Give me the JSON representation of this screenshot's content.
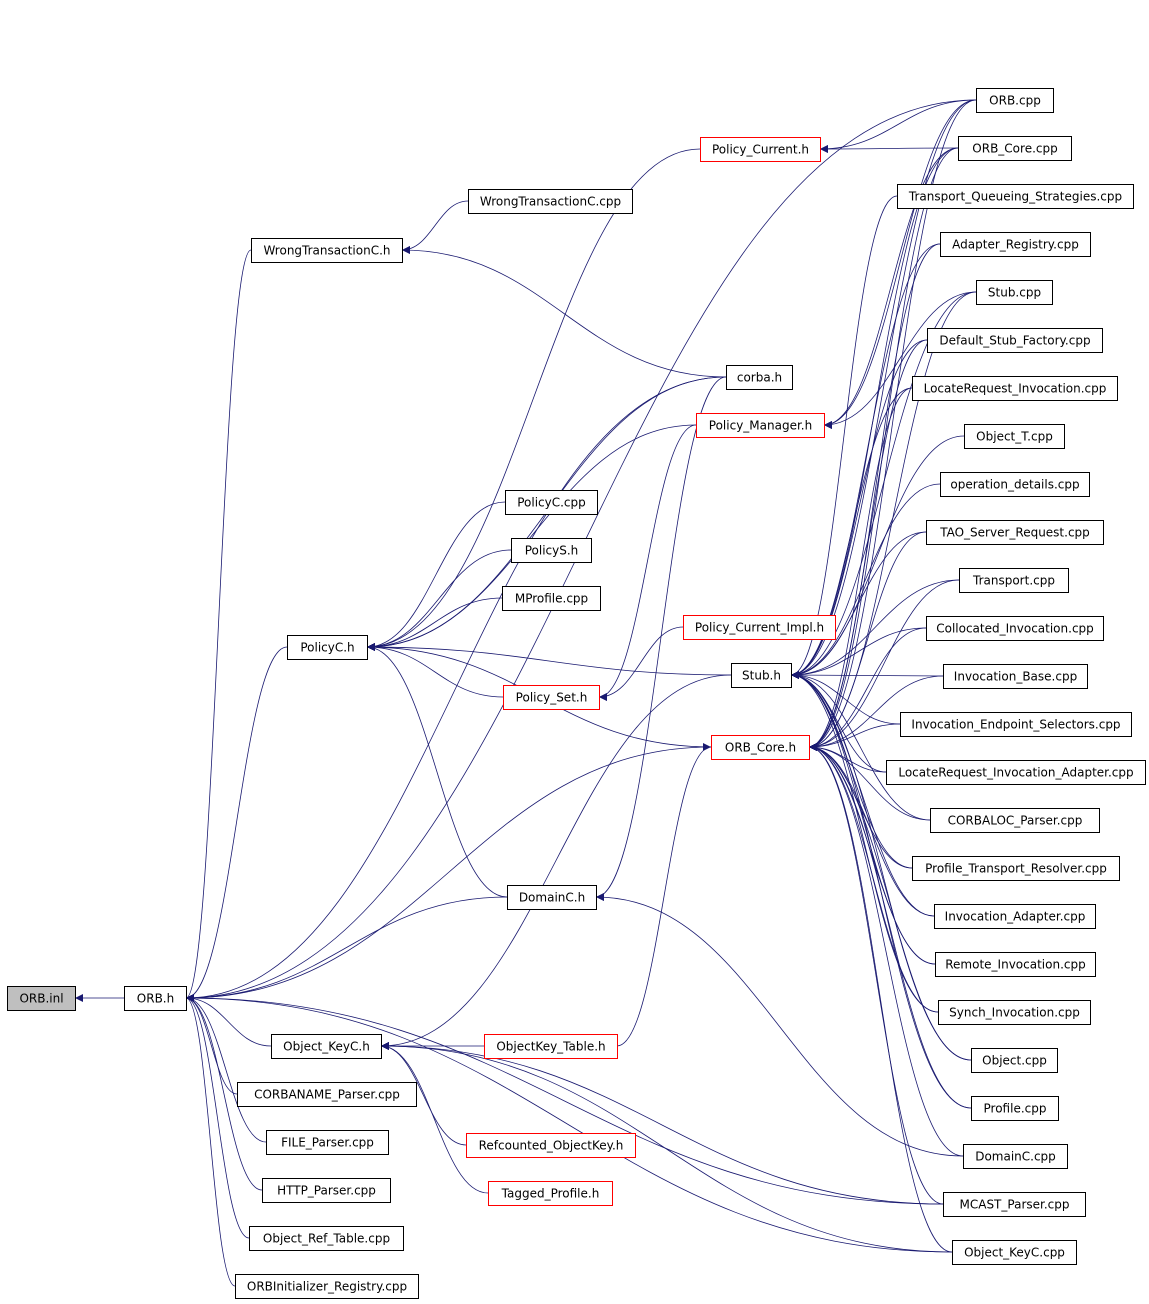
{
  "colors": {
    "edge": "#191970",
    "plain_border": "#000000",
    "highlight_border": "#ff0000",
    "root_fill": "#bfbfbf"
  },
  "nodes": [
    {
      "id": "orb_inl",
      "label": "ORB.inl",
      "style": "root"
    },
    {
      "id": "orb_h",
      "label": "ORB.h",
      "style": "plain"
    },
    {
      "id": "corbaname",
      "label": "CORBANAME_Parser.cpp",
      "style": "plain"
    },
    {
      "id": "file_parser",
      "label": "FILE_Parser.cpp",
      "style": "plain"
    },
    {
      "id": "http_parser",
      "label": "HTTP_Parser.cpp",
      "style": "plain"
    },
    {
      "id": "object_ref_table",
      "label": "Object_Ref_Table.cpp",
      "style": "plain"
    },
    {
      "id": "orbinit_reg",
      "label": "ORBInitializer_Registry.cpp",
      "style": "plain"
    },
    {
      "id": "object_keyc_h",
      "label": "Object_KeyC.h",
      "style": "plain"
    },
    {
      "id": "objectkey_table_h",
      "label": "ObjectKey_Table.h",
      "style": "red"
    },
    {
      "id": "refcounted_objectkey_h",
      "label": "Refcounted_ObjectKey.h",
      "style": "red"
    },
    {
      "id": "tagged_profile_h",
      "label": "Tagged_Profile.h",
      "style": "red"
    },
    {
      "id": "policyc_h",
      "label": "PolicyC.h",
      "style": "plain"
    },
    {
      "id": "wrongtransactionc_h",
      "label": "WrongTransactionC.h",
      "style": "plain"
    },
    {
      "id": "wrongtransactionc_cpp",
      "label": "WrongTransactionC.cpp",
      "style": "plain"
    },
    {
      "id": "policyc_cpp",
      "label": "PolicyC.cpp",
      "style": "plain"
    },
    {
      "id": "policys_h",
      "label": "PolicyS.h",
      "style": "plain"
    },
    {
      "id": "mprofile_cpp",
      "label": "MProfile.cpp",
      "style": "plain"
    },
    {
      "id": "policy_set_h",
      "label": "Policy_Set.h",
      "style": "red"
    },
    {
      "id": "domainc_h",
      "label": "DomainC.h",
      "style": "plain"
    },
    {
      "id": "policy_current_h",
      "label": "Policy_Current.h",
      "style": "red"
    },
    {
      "id": "corba_h",
      "label": "corba.h",
      "style": "plain"
    },
    {
      "id": "policy_manager_h",
      "label": "Policy_Manager.h",
      "style": "red"
    },
    {
      "id": "policy_current_impl_h",
      "label": "Policy_Current_Impl.h",
      "style": "red"
    },
    {
      "id": "stub_h",
      "label": "Stub.h",
      "style": "plain"
    },
    {
      "id": "orb_core_h",
      "label": "ORB_Core.h",
      "style": "red"
    },
    {
      "id": "orb_cpp",
      "label": "ORB.cpp",
      "style": "plain"
    },
    {
      "id": "orb_core_cpp",
      "label": "ORB_Core.cpp",
      "style": "plain"
    },
    {
      "id": "transport_queueing",
      "label": "Transport_Queueing_Strategies.cpp",
      "style": "plain"
    },
    {
      "id": "adapter_registry",
      "label": "Adapter_Registry.cpp",
      "style": "plain"
    },
    {
      "id": "stub_cpp",
      "label": "Stub.cpp",
      "style": "plain"
    },
    {
      "id": "default_stub_factory",
      "label": "Default_Stub_Factory.cpp",
      "style": "plain"
    },
    {
      "id": "locaterequest_invocation",
      "label": "LocateRequest_Invocation.cpp",
      "style": "plain"
    },
    {
      "id": "object_t",
      "label": "Object_T.cpp",
      "style": "plain"
    },
    {
      "id": "operation_details",
      "label": "operation_details.cpp",
      "style": "plain"
    },
    {
      "id": "tao_server_request",
      "label": "TAO_Server_Request.cpp",
      "style": "plain"
    },
    {
      "id": "transport_cpp",
      "label": "Transport.cpp",
      "style": "plain"
    },
    {
      "id": "collocated_invocation",
      "label": "Collocated_Invocation.cpp",
      "style": "plain"
    },
    {
      "id": "invocation_base",
      "label": "Invocation_Base.cpp",
      "style": "plain"
    },
    {
      "id": "invocation_endpoint_sel",
      "label": "Invocation_Endpoint_Selectors.cpp",
      "style": "plain"
    },
    {
      "id": "locaterequest_inv_adapter",
      "label": "LocateRequest_Invocation_Adapter.cpp",
      "style": "plain"
    },
    {
      "id": "corbaloc_parser",
      "label": "CORBALOC_Parser.cpp",
      "style": "plain"
    },
    {
      "id": "profile_transport_resolver",
      "label": "Profile_Transport_Resolver.cpp",
      "style": "plain"
    },
    {
      "id": "invocation_adapter",
      "label": "Invocation_Adapter.cpp",
      "style": "plain"
    },
    {
      "id": "remote_invocation",
      "label": "Remote_Invocation.cpp",
      "style": "plain"
    },
    {
      "id": "synch_invocation",
      "label": "Synch_Invocation.cpp",
      "style": "plain"
    },
    {
      "id": "object_cpp",
      "label": "Object.cpp",
      "style": "plain"
    },
    {
      "id": "profile_cpp",
      "label": "Profile.cpp",
      "style": "plain"
    },
    {
      "id": "domainc_cpp",
      "label": "DomainC.cpp",
      "style": "plain"
    },
    {
      "id": "mcast_parser",
      "label": "MCAST_Parser.cpp",
      "style": "plain"
    },
    {
      "id": "object_keyc_cpp",
      "label": "Object_KeyC.cpp",
      "style": "plain"
    }
  ],
  "edges": [
    [
      "orb_h",
      "orb_inl"
    ],
    [
      "corbaname",
      "orb_h"
    ],
    [
      "file_parser",
      "orb_h"
    ],
    [
      "http_parser",
      "orb_h"
    ],
    [
      "object_ref_table",
      "orb_h"
    ],
    [
      "orbinit_reg",
      "orb_h"
    ],
    [
      "object_keyc_h",
      "orb_h"
    ],
    [
      "policyc_h",
      "orb_h"
    ],
    [
      "wrongtransactionc_h",
      "orb_h"
    ],
    [
      "domainc_h",
      "orb_h"
    ],
    [
      "corba_h",
      "orb_h"
    ],
    [
      "orb_cpp",
      "orb_h"
    ],
    [
      "orb_core_h",
      "orb_h"
    ],
    [
      "mcast_parser",
      "orb_h"
    ],
    [
      "object_keyc_cpp",
      "orb_h"
    ],
    [
      "objectkey_table_h",
      "object_keyc_h"
    ],
    [
      "refcounted_objectkey_h",
      "object_keyc_h"
    ],
    [
      "tagged_profile_h",
      "object_keyc_h"
    ],
    [
      "stub_h",
      "object_keyc_h"
    ],
    [
      "mcast_parser",
      "object_keyc_h"
    ],
    [
      "object_keyc_cpp",
      "object_keyc_h"
    ],
    [
      "policyc_cpp",
      "policyc_h"
    ],
    [
      "policys_h",
      "policyc_h"
    ],
    [
      "mprofile_cpp",
      "policyc_h"
    ],
    [
      "policy_set_h",
      "policyc_h"
    ],
    [
      "domainc_h",
      "policyc_h"
    ],
    [
      "policy_current_h",
      "policyc_h"
    ],
    [
      "corba_h",
      "policyc_h"
    ],
    [
      "policy_manager_h",
      "policyc_h"
    ],
    [
      "stub_h",
      "policyc_h"
    ],
    [
      "orb_core_h",
      "policyc_h"
    ],
    [
      "wrongtransactionc_cpp",
      "wrongtransactionc_h"
    ],
    [
      "corba_h",
      "wrongtransactionc_h"
    ],
    [
      "corba_h",
      "domainc_h"
    ],
    [
      "domainc_cpp",
      "domainc_h"
    ],
    [
      "policy_current_impl_h",
      "policy_set_h"
    ],
    [
      "policy_manager_h",
      "policy_set_h"
    ],
    [
      "orb_cpp",
      "policy_current_h"
    ],
    [
      "orb_core_cpp",
      "policy_current_h"
    ],
    [
      "orb_core_cpp",
      "policy_manager_h"
    ],
    [
      "stub_cpp",
      "policy_manager_h"
    ],
    [
      "orb_cpp",
      "policy_manager_h"
    ],
    [
      "objectkey_table_h",
      "orb_core_h"
    ],
    [
      "orb_cpp",
      "stub_h"
    ],
    [
      "orb_core_cpp",
      "stub_h"
    ],
    [
      "transport_queueing",
      "stub_h"
    ],
    [
      "adapter_registry",
      "stub_h"
    ],
    [
      "stub_cpp",
      "stub_h"
    ],
    [
      "default_stub_factory",
      "stub_h"
    ],
    [
      "locaterequest_invocation",
      "stub_h"
    ],
    [
      "object_t",
      "stub_h"
    ],
    [
      "operation_details",
      "stub_h"
    ],
    [
      "tao_server_request",
      "stub_h"
    ],
    [
      "transport_cpp",
      "stub_h"
    ],
    [
      "collocated_invocation",
      "stub_h"
    ],
    [
      "invocation_base",
      "stub_h"
    ],
    [
      "invocation_endpoint_sel",
      "stub_h"
    ],
    [
      "locaterequest_inv_adapter",
      "stub_h"
    ],
    [
      "corbaloc_parser",
      "stub_h"
    ],
    [
      "profile_transport_resolver",
      "stub_h"
    ],
    [
      "invocation_adapter",
      "stub_h"
    ],
    [
      "remote_invocation",
      "stub_h"
    ],
    [
      "synch_invocation",
      "stub_h"
    ],
    [
      "object_cpp",
      "stub_h"
    ],
    [
      "profile_cpp",
      "stub_h"
    ],
    [
      "orb_cpp",
      "orb_core_h"
    ],
    [
      "orb_core_cpp",
      "orb_core_h"
    ],
    [
      "adapter_registry",
      "orb_core_h"
    ],
    [
      "stub_cpp",
      "orb_core_h"
    ],
    [
      "default_stub_factory",
      "orb_core_h"
    ],
    [
      "locaterequest_invocation",
      "orb_core_h"
    ],
    [
      "tao_server_request",
      "orb_core_h"
    ],
    [
      "transport_cpp",
      "orb_core_h"
    ],
    [
      "collocated_invocation",
      "orb_core_h"
    ],
    [
      "invocation_base",
      "orb_core_h"
    ],
    [
      "invocation_endpoint_sel",
      "orb_core_h"
    ],
    [
      "locaterequest_inv_adapter",
      "orb_core_h"
    ],
    [
      "corbaloc_parser",
      "orb_core_h"
    ],
    [
      "profile_transport_resolver",
      "orb_core_h"
    ],
    [
      "invocation_adapter",
      "orb_core_h"
    ],
    [
      "remote_invocation",
      "orb_core_h"
    ],
    [
      "synch_invocation",
      "orb_core_h"
    ],
    [
      "object_cpp",
      "orb_core_h"
    ],
    [
      "profile_cpp",
      "orb_core_h"
    ],
    [
      "domainc_cpp",
      "orb_core_h"
    ],
    [
      "mcast_parser",
      "orb_core_h"
    ],
    [
      "object_keyc_cpp",
      "orb_core_h"
    ]
  ]
}
